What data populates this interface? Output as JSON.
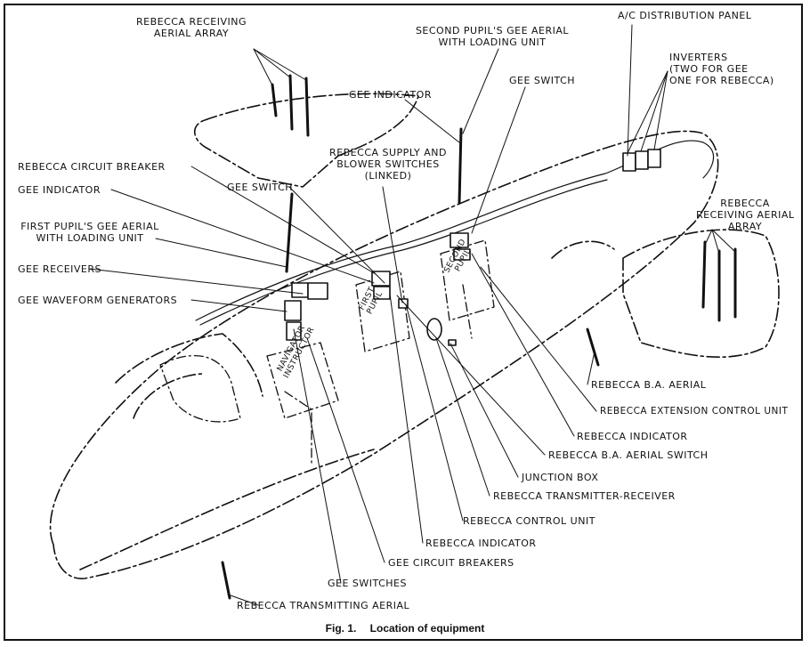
{
  "labels": {
    "rebecca_receiving_aerial_array_1": "REBECCA RECEIVING",
    "rebecca_receiving_aerial_array_2": "AERIAL ARRAY",
    "second_pupil_gee_aerial_1": "SECOND PUPIL'S GEE AERIAL",
    "second_pupil_gee_aerial_2": "WITH LOADING UNIT",
    "ac_distribution_panel": "A/C DISTRIBUTION PANEL",
    "inverters_1": "INVERTERS",
    "inverters_2": "(TWO FOR GEE",
    "inverters_3": "ONE FOR REBECCA)",
    "gee_switch_right": "GEE SWITCH",
    "gee_indicator_top": "GEE INDICATOR",
    "rebecca_supply_1": "REBECCA SUPPLY AND",
    "rebecca_supply_2": "BLOWER SWITCHES",
    "rebecca_supply_3": "(LINKED)",
    "rebecca_circuit_breaker": "REBECCA CIRCUIT BREAKER",
    "gee_indicator_left": "GEE INDICATOR",
    "gee_switch_left": "GEE SWITCH",
    "first_pupil_gee_aerial_1": "FIRST PUPIL'S GEE AERIAL",
    "first_pupil_gee_aerial_2": "WITH LOADING UNIT",
    "gee_receivers": "GEE RECEIVERS",
    "gee_waveform_generators": "GEE WAVEFORM GENERATORS",
    "rebecca_receiving_aerial_array_r1": "REBECCA",
    "rebecca_receiving_aerial_array_r2": "RECEIVING AERIAL",
    "rebecca_receiving_aerial_array_r3": "ARRAY",
    "rebecca_ba_aerial": "REBECCA B.A. AERIAL",
    "rebecca_extension_control_unit": "REBECCA EXTENSION CONTROL UNIT",
    "rebecca_indicator_right": "REBECCA INDICATOR",
    "rebecca_ba_aerial_switch": "REBECCA B.A. AERIAL SWITCH",
    "junction_box": "JUNCTION BOX",
    "rebecca_transmitter_receiver": "REBECCA TRANSMITTER-RECEIVER",
    "rebecca_control_unit": "REBECCA CONTROL UNIT",
    "rebecca_indicator_bottom": "REBECCA INDICATOR",
    "gee_circuit_breakers": "GEE CIRCUIT BREAKERS",
    "gee_switches": "GEE SWITCHES",
    "rebecca_transmitting_aerial": "REBECCA TRANSMITTING AERIAL",
    "station_navigator": "NAVIGATOR",
    "station_instructor": "INSTRUCTOR",
    "station_first": "FIRST",
    "station_pupil_1": "PUPIL",
    "station_second": "SECOND",
    "station_pupil_2": "PUPIL"
  },
  "caption": {
    "fig": "Fig. 1.",
    "title": "Location of equipment"
  }
}
